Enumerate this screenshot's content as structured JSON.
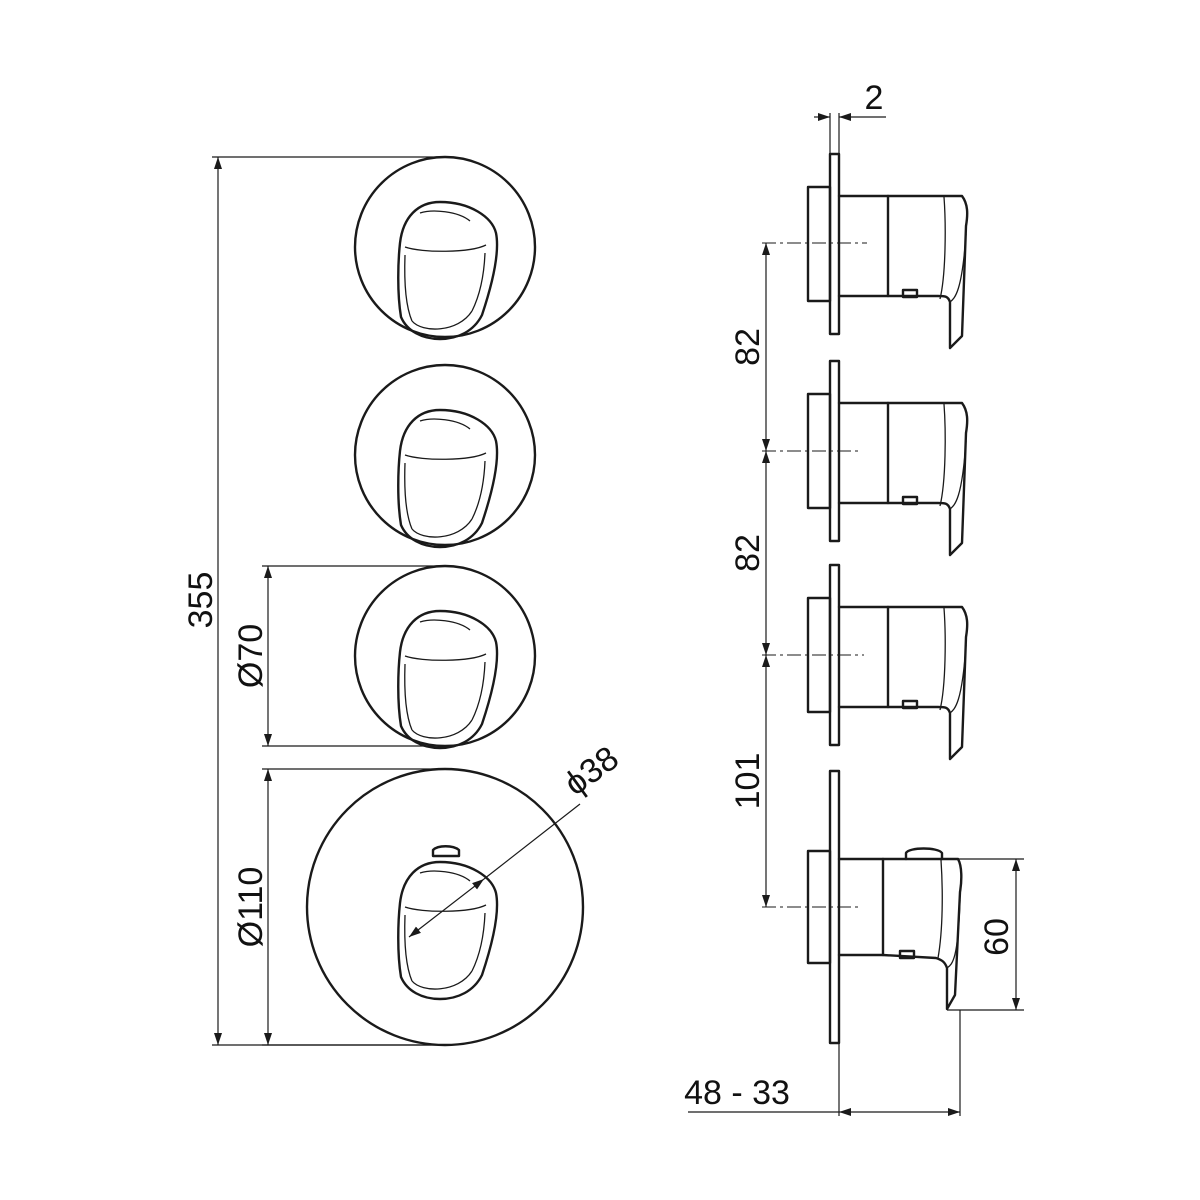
{
  "drawing": {
    "dimensions": {
      "total_height": "355",
      "small_diameter": "Ø70",
      "large_diameter": "Ø110",
      "handle_diameter": "ϕ38",
      "plate_thickness": "2",
      "spacing_1": "82",
      "spacing_2": "82",
      "spacing_3": "101",
      "handle_height": "60",
      "depth": "48 - 33"
    }
  }
}
